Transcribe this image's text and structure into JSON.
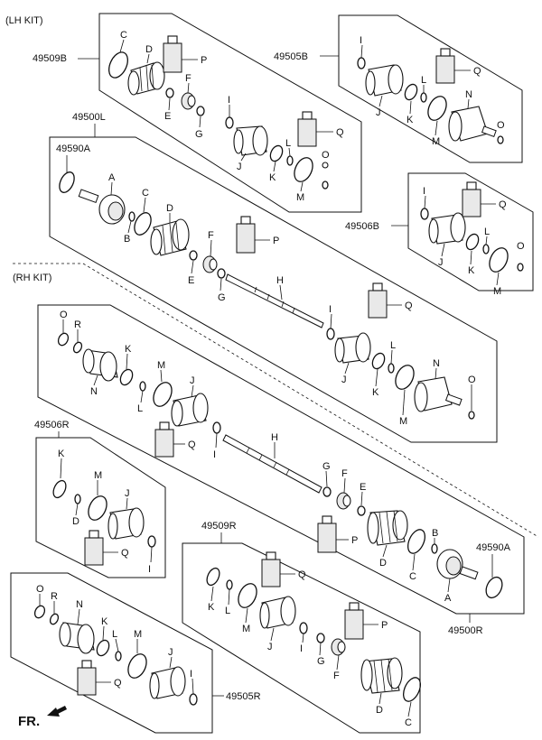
{
  "kits": {
    "lh": "(LH KIT)",
    "rh": "(RH KIT)"
  },
  "groups": {
    "g49509B": "49509B",
    "g49505B": "49505B",
    "g49500L": "49500L",
    "g49590A_top": "49590A",
    "g49506B": "49506B",
    "g49506R": "49506R",
    "g49509R": "49509R",
    "g49590A_bottom": "49590A",
    "g49500R": "49500R",
    "g49505R": "49505R"
  },
  "parts": {
    "A": "A",
    "B": "B",
    "C": "C",
    "D": "D",
    "E": "E",
    "F": "F",
    "G": "G",
    "H": "H",
    "I": "I",
    "J": "J",
    "K": "K",
    "L": "L",
    "M": "M",
    "N": "N",
    "O": "O",
    "P": "P",
    "Q": "Q",
    "R": "R"
  },
  "direction": {
    "label": "FR.",
    "arrow_icon": "direction-arrow-icon"
  }
}
